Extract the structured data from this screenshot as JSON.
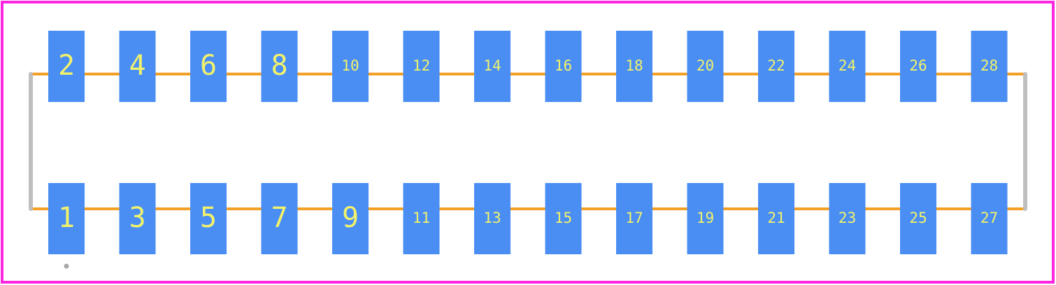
{
  "colors": {
    "background": "#ffffff",
    "border": "#ff26e2",
    "pad": "#4a8ef4",
    "label": "#f2f26a",
    "trace": "#f49f26",
    "outline": "#bfbfbf",
    "marker": "#a6a6a6"
  },
  "pins": {
    "top": [
      "2",
      "4",
      "6",
      "8",
      "10",
      "12",
      "14",
      "16",
      "18",
      "20",
      "22",
      "24",
      "26",
      "28"
    ],
    "bottom": [
      "1",
      "3",
      "5",
      "7",
      "9",
      "11",
      "13",
      "15",
      "17",
      "19",
      "21",
      "23",
      "25",
      "27"
    ]
  }
}
